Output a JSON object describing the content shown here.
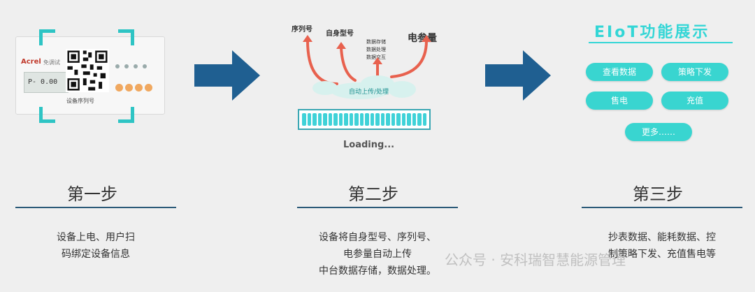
{
  "step1": {
    "meter_brand": "Acrel",
    "meter_sub": "免调试",
    "meter_lcd": "P-  0.00",
    "qr_caption": "设备序列号",
    "step_label": "第一步",
    "desc_lines": [
      "设备上电、用户扫",
      "码绑定设备信息"
    ]
  },
  "step2": {
    "label_serial": "序列号",
    "label_model": "自身型号",
    "label_data_lines": [
      "数据存储",
      "数据处理",
      "数据交互"
    ],
    "label_energy": "电参量",
    "cloud_text": "自动上传/处理",
    "loading_text": "Loading...",
    "step_label": "第二步",
    "desc_lines": [
      "设备将自身型号、序列号、",
      "电参量自动上传",
      "中台数据存储，数据处理。"
    ]
  },
  "step3": {
    "title": "EIoT功能展示",
    "pills": [
      "查看数据",
      "策略下发",
      "售电",
      "充值",
      "更多……"
    ],
    "step_label": "第三步",
    "desc_lines": [
      "抄表数据、能耗数据、控",
      "制策略下发、充值售电等"
    ]
  },
  "watermark": "公众号 · 安科瑞智慧能源管理",
  "colors": {
    "teal": "#39d5d0",
    "arrow_blue": "#1f5f91",
    "divider": "#2b5a78",
    "red_arrow": "#e8614e"
  }
}
